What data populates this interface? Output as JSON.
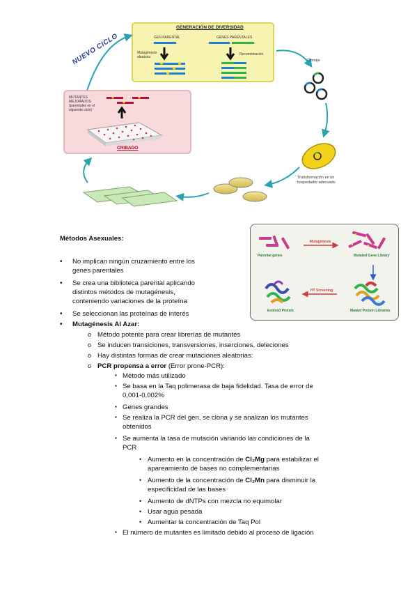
{
  "diagram": {
    "cycle_label": "NUEVO CICLO",
    "diversity_title": "GENERACIÓN DE DIVERSIDAD",
    "gen_parental": "GEN PARENTAL",
    "genes_parentales": "GENES PARENTALES",
    "mutagenesis_label": [
      "Mutagénesis",
      "aleatoria"
    ],
    "recombination_label": "Recombinación",
    "cloning_label": "Clonaje",
    "mutants_label": [
      "MUTANTES",
      "MEJORADOS",
      "(parentales en el",
      "siguiente ciclo)"
    ],
    "screening_label": "CRIBADO",
    "transformation_label": [
      "Transformación en un",
      "hospedador adecuado"
    ]
  },
  "inset": {
    "parental_genes": "Parental genes",
    "mutagenesis": "Mutagenesis",
    "mutated_gene_library": "Mutated Gene Library",
    "ht_screening": "HT Screening",
    "evolved_protein": "Evolved Protein",
    "mutant_protein_libraries": "Mutant Protein Libraries"
  },
  "content": {
    "heading": "Métodos Asexuales:",
    "bullet1": [
      "No implican ningún cruzamiento entre los",
      "genes parentales"
    ],
    "bullet2": [
      "Se crea una biblioteca parental aplicando",
      "distintos métodos de mutagénesis,",
      "conteniendo variaciones de la proteína"
    ],
    "bullet3": "Se seleccionan las proteínas de interés",
    "bullet4": "Mutagénesis Al Azar:",
    "sub1": "Método potente para crear librerías de mutantes",
    "sub2": "Se inducen transiciones, transversiones, inserciones, deleciones",
    "sub3": "Hay distintas formas de crear mutaciones aleatorias:",
    "sub4_bold": "PCR propensa a error",
    "sub4_rest": " (Error prone-PCR):",
    "pcr1": "Método más utilizado",
    "pcr2": [
      "Se basa en la Taq polimerasa de baja fidelidad. Tasa de error de",
      "0,001-0,002%"
    ],
    "pcr3": "Genes grandes",
    "pcr4": [
      "Se realiza la PCR del gen, se clona y se analizan los mutantes",
      "obtenidos"
    ],
    "pcr5": [
      "Se aumenta la tasa de mutación variando las condiciones de la",
      "PCR"
    ],
    "cond1_pre": "Aumento en la concentración de ",
    "cond1_bold": "Cl₂Mg",
    "cond1_post": " para estabilizar el",
    "cond1_line2": "apareamiento de bases no complementarias",
    "cond2_pre": "Aumento de la concentración de ",
    "cond2_bold": "Cl₂Mn",
    "cond2_post": " para disminuir la",
    "cond2_line2": "especificidad de las bases",
    "cond3": "Aumento de dNTPs con mezcla no equimolar",
    "cond4": "Usar agua pesada",
    "cond5": "Aumentar la concentración de Taq Pol",
    "pcr6": "El número de mutantes es limitado debido al proceso de ligación"
  },
  "colors": {
    "diversity_box": "#f6f4b0",
    "screening_box": "#f8d9dc",
    "arrow_teal": "#2aa3b0",
    "cycle_text": "#2a3d9a",
    "gene_blue": "#1e7fd6",
    "gene_green": "#2fb24a",
    "gene_red": "#b0123b",
    "inset_bg": "#f1f3ec"
  }
}
